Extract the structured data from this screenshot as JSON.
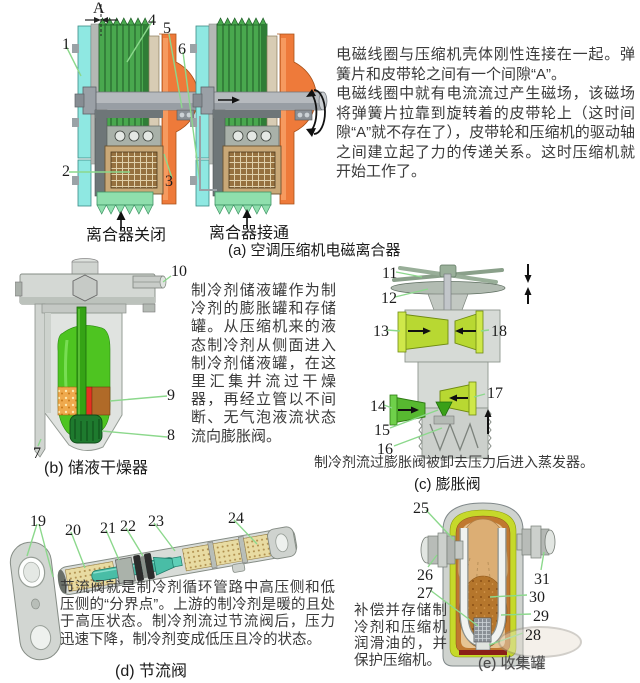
{
  "figure": {
    "description_lang": "zh-CN"
  },
  "colors": {
    "leader_line": "#8cd88c",
    "pulley_green": "#49a84e",
    "flange_orange": "#ee7a3a",
    "plate_cyan": "#8fe8e2",
    "refrigerant_green": "#4ec421",
    "port_chartreuse": "#b8d832",
    "tube_teal": "#49bda6",
    "interior_tan": "#dcae74"
  },
  "a": {
    "gap": "A",
    "nums": [
      "1",
      "2",
      "3",
      "4",
      "5",
      "6"
    ],
    "cap_left": "离合器关闭",
    "cap_right": "离合器接通",
    "title": "(a) 空调压缩机电磁离合器",
    "p1": "电磁线圈与压缩机壳体刚性连接在一起。弹簧片和皮带轮之间有一个间隙“A”。",
    "p2": "电磁线圈中就有电流流过产生磁场，该磁场将弹簧片拉靠到旋转着的皮带轮上（这时间隙“A”就不存在了），皮带轮和压缩机的驱动轴之间建立起了力的传递关系。这时压缩机就开始工作了。"
  },
  "b": {
    "nums": [
      "7",
      "8",
      "9",
      "10"
    ],
    "title": "(b) 储液干燥器",
    "p": "制冷剂储液罐作为制冷剂的膨胀罐和存储罐。从压缩机来的液态制冷剂从侧面进入制冷剂储液罐，在这里汇集并流过干燥器，再经立管以不间断、无气泡液流状态流向膨胀阀。"
  },
  "c": {
    "nums": [
      "11",
      "12",
      "13",
      "14",
      "15",
      "16",
      "17",
      "18"
    ],
    "title": "(c) 膨胀阀",
    "note": "制冷剂流过膨胀阀被卸去压力后进入蒸发器。"
  },
  "d": {
    "nums": [
      "19",
      "20",
      "21",
      "22",
      "23",
      "24"
    ],
    "title": "(d) 节流阀",
    "p": "节流阀就是制冷剂循环管路中高压侧和低压侧的“分界点”。上游的制冷剂是暖的且处于高压状态。制冷剂流过节流阀后，压力迅速下降，制冷剂变成低压且冷的状态。"
  },
  "e": {
    "nums": [
      "25",
      "26",
      "27",
      "28",
      "29",
      "30",
      "31"
    ],
    "title": "(e) 收集罐",
    "p": "补偿并存储制冷剂和压缩机润滑油的，并保护压缩机。"
  }
}
